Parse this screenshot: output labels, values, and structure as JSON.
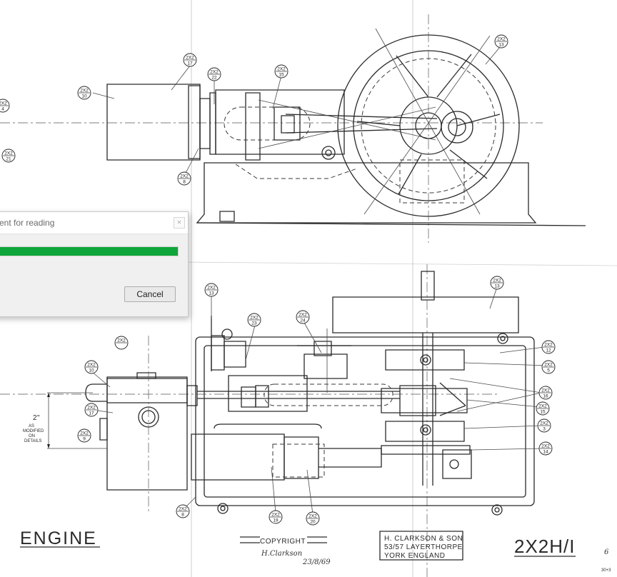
{
  "dialog": {
    "title": "ment for reading",
    "progress_percent": 100,
    "progress_color": "#10a53a",
    "cancel_label": "Cancel",
    "close_icon": "close-icon"
  },
  "drawing": {
    "title": "ENGINE",
    "code": "2X2H/I",
    "copyright": "COPYRIGHT",
    "signature": "H.Clarkson",
    "date": "23/8/69",
    "company_lines": [
      "H. CLARKSON & SON",
      "53/57 LAYERTHORPE",
      "YORK     ENGLAND"
    ],
    "sheet_number": "6",
    "corner_mark": "30+3",
    "dimension": "2\"",
    "dimension_note": [
      "AS",
      "MODIFIED",
      "ON",
      "DETAILS"
    ],
    "labels": [
      {
        "top": "2X2",
        "bottom": "4"
      },
      {
        "top": "2X2",
        "bottom": "21"
      },
      {
        "top": "2X2",
        "bottom": "10"
      },
      {
        "top": "2X2",
        "bottom": "17"
      },
      {
        "top": "2X2",
        "bottom": "22"
      },
      {
        "top": "2X2",
        "bottom": "15"
      },
      {
        "top": "2X2",
        "bottom": "13"
      },
      {
        "top": "2X2",
        "bottom": "8"
      },
      {
        "top": "2X2",
        "bottom": "13"
      },
      {
        "top": "2X2",
        "bottom": "13"
      },
      {
        "top": "2X2",
        "bottom": "23"
      },
      {
        "top": "2X2",
        "bottom": "24"
      },
      {
        "top": "2X2",
        "bottom": ""
      },
      {
        "top": "2X2",
        "bottom": "10"
      },
      {
        "top": "2X2",
        "bottom": "17"
      },
      {
        "top": "2X2",
        "bottom": "9"
      },
      {
        "top": "2X2",
        "bottom": "12"
      },
      {
        "top": "2X2",
        "bottom": "5"
      },
      {
        "top": "2X2",
        "bottom": "16"
      },
      {
        "top": "2X2",
        "bottom": "15"
      },
      {
        "top": "2X2",
        "bottom": "3"
      },
      {
        "top": "2X2",
        "bottom": "14"
      },
      {
        "top": "2X2",
        "bottom": "8"
      },
      {
        "top": "2X2",
        "bottom": "19"
      },
      {
        "top": "2X2",
        "bottom": "20"
      }
    ]
  }
}
